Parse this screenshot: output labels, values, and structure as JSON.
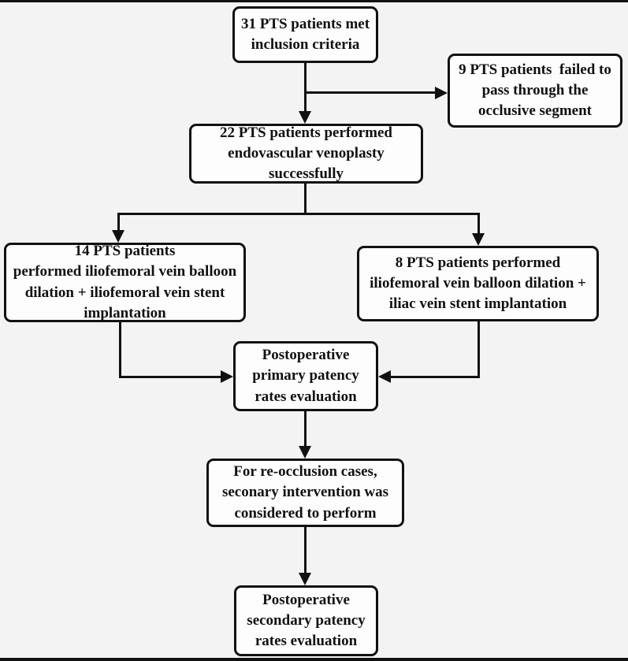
{
  "figure": {
    "type": "flowchart",
    "background_color": "#f3f3f3",
    "box_fill_color": "#fdfdfd",
    "line_color": "#111111"
  },
  "nodes": {
    "inclusion": {
      "label": "31 PTS patients met\ninclusion criteria"
    },
    "failed": {
      "label": "9 PTS patients  failed to\npass through the\nocclusive segment"
    },
    "venoplasty": {
      "label": "22 PTS patients performed\nendovascular venoplasty\nsuccessfully"
    },
    "iliofemoral_stent": {
      "label": "14 PTS patients\nperformed iliofemoral vein balloon\ndilation + iliofemoral vein stent\nimplantation"
    },
    "iliac_stent": {
      "label": "8 PTS patients performed\niliofemoral vein balloon dilation +\niliac vein stent implantation"
    },
    "primary_patency": {
      "label": "Postoperative\nprimary patency\nrates evaluation"
    },
    "reocclusion": {
      "label": "For re-occlusion cases,\nseconary intervention was\nconsidered to perform"
    },
    "secondary_patency": {
      "label": "Postoperative\nsecondary patency\nrates evaluation"
    }
  }
}
